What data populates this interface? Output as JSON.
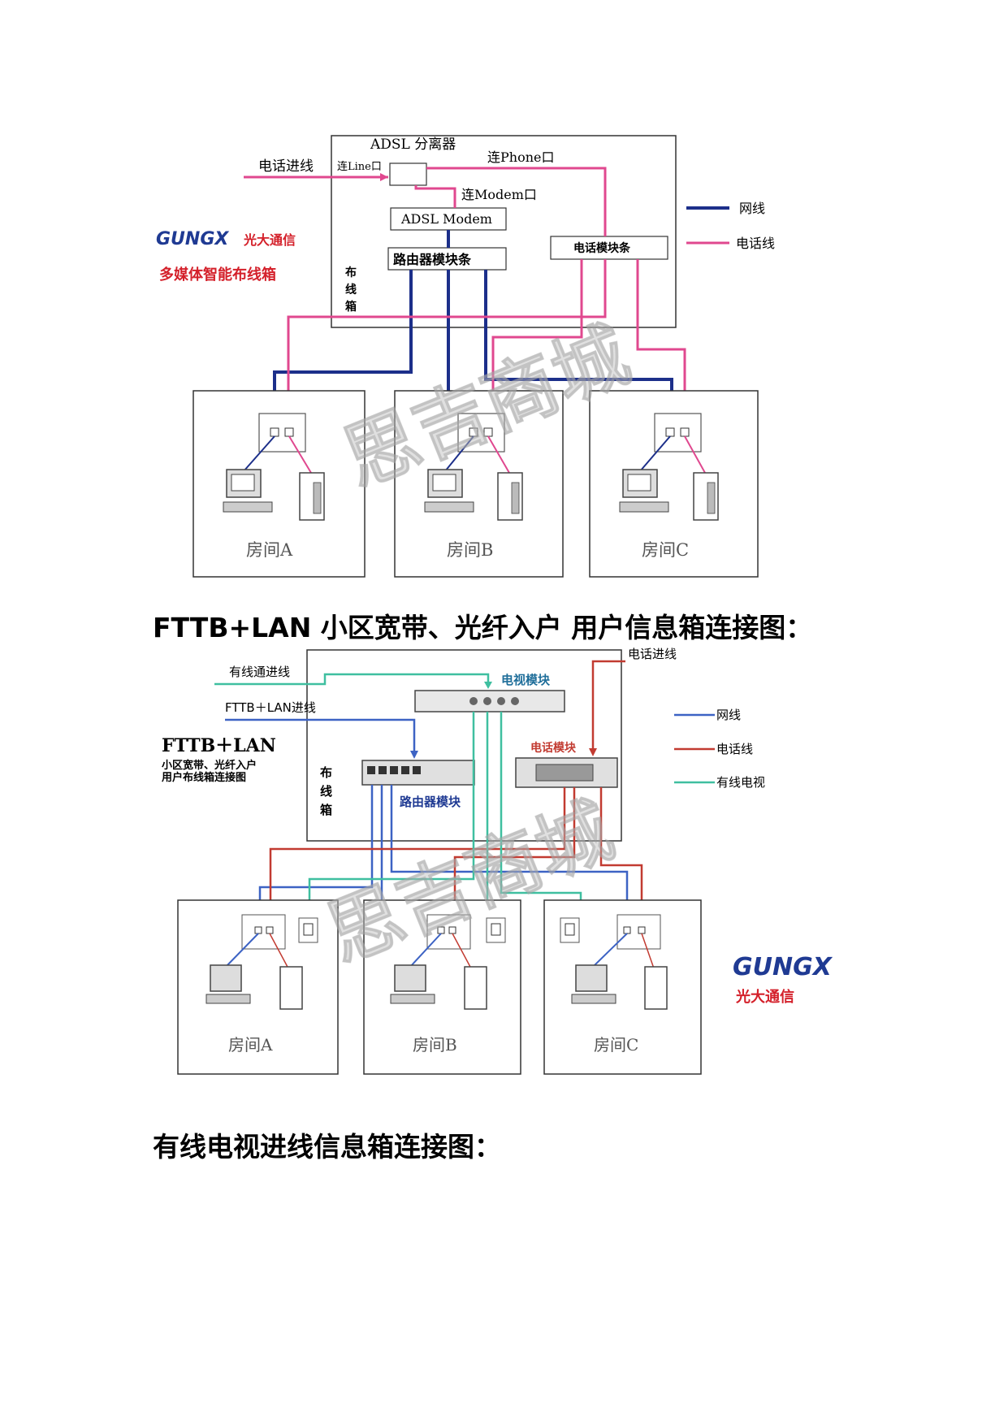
{
  "diagram1": {
    "phone_in": "电话进线",
    "adsl_splitter": "ADSL 分离器",
    "line_port": "连Line口",
    "phone_port": "连Phone口",
    "modem_port": "连Modem口",
    "adsl_modem": "ADSL Modem",
    "router_strip": "路由器模块条",
    "phone_strip": "电话模块条",
    "cabinet": "布线箱",
    "logo": "GUNGX",
    "logo_cn": "光大通信",
    "subtitle": "多媒体智能布线箱",
    "legend_net": "网线",
    "legend_phone": "电话线",
    "rooms": [
      "房间A",
      "房间B",
      "房间C"
    ]
  },
  "heading_fttb": "FTTB+LAN 小区宽带、光纤入户 用户信息箱连接图：",
  "diagram2": {
    "cable_in": "有线通进线",
    "fttb_in": "FTTB＋LAN进线",
    "phone_in": "电话进线",
    "tv_module": "电视模块",
    "phone_module": "电话模块",
    "router_module": "路由器模块",
    "cabinet": "布线箱",
    "title": "FTTB＋LAN",
    "subtitle": "小区宽带、光纤入户用户布线箱连接图",
    "legend_net": "网线",
    "legend_phone": "电话线",
    "legend_tv": "有线电视",
    "logo": "GUNGX",
    "logo_cn": "光大通信",
    "rooms": [
      "房间A",
      "房间B",
      "房间C"
    ]
  },
  "heading_tv": "有线电视进线信息箱连接图：",
  "watermark": "思吉商城",
  "colors": {
    "net": "#1c2f8a",
    "phone": "#e0488f",
    "phone2": "#c23b31",
    "tv": "#3fbfa0",
    "net2": "#3d63c4"
  }
}
